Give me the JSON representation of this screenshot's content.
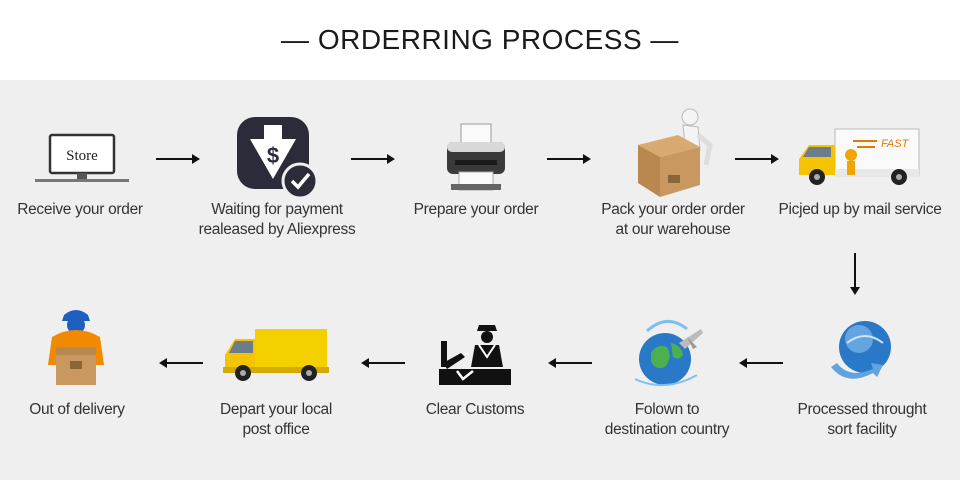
{
  "title": "— ORDERRING PROCESS —",
  "steps": [
    {
      "id": "receive",
      "label_lines": [
        "Receive your order"
      ],
      "store_text": "Store"
    },
    {
      "id": "payment",
      "label_lines": [
        "Waiting for payment",
        "realeased by Aliexpress"
      ]
    },
    {
      "id": "prepare",
      "label_lines": [
        "Prepare your order"
      ]
    },
    {
      "id": "pack",
      "label_lines": [
        "Pack your order order",
        "at our warehouse"
      ]
    },
    {
      "id": "pickup",
      "label_lines": [
        "Picjed up by mail service"
      ],
      "truck_text": "FAST"
    },
    {
      "id": "sort",
      "label_lines": [
        "Processed throught",
        "sort facility"
      ]
    },
    {
      "id": "destination",
      "label_lines": [
        "Folown to",
        "destination country"
      ]
    },
    {
      "id": "customs",
      "label_lines": [
        "Clear Customs"
      ]
    },
    {
      "id": "depart",
      "label_lines": [
        "Depart your local",
        "post office"
      ]
    },
    {
      "id": "delivery",
      "label_lines": [
        "Out of delivery"
      ]
    }
  ],
  "colors": {
    "panel": "#efefef",
    "accent_dark": "#2b2b3a",
    "truck_yellow": "#f5c400",
    "globe_blue": "#2a78c8"
  }
}
